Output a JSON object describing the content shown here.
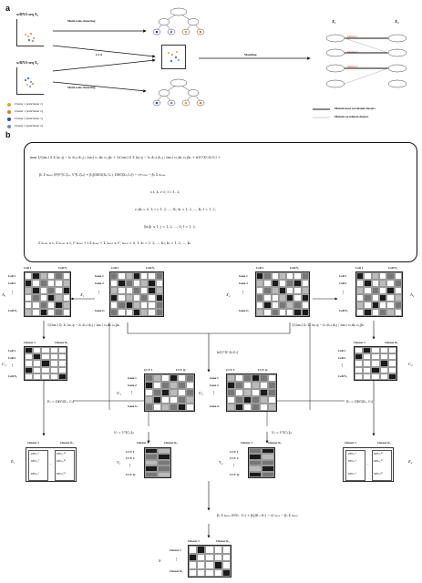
{
  "panel_a": {
    "label": "a",
    "scrna_x1": "scRNA-seq X₁",
    "scrna_x2": "scRNA-seq X₂",
    "multi_scale_top": "Mutil-scale clustering",
    "cca": "CCA",
    "multi_scale_bottom": "Mutil-scale clustering",
    "matching": "Matching",
    "x1_label": "X₁",
    "x2_label": "X₂",
    "marker1": "Marker1",
    "marker2": "Marker2",
    "marker3": "Marker3",
    "legend": [
      {
        "label": "Cluster 1 (subcluster 1)",
        "color": "#e0a72b"
      },
      {
        "label": "Cluster 1 (subcluster 2)",
        "color": "#e07b2b"
      },
      {
        "label": "Cluster 2 (subcluster 1)",
        "color": "#2b4fb0"
      },
      {
        "label": "Cluster 2 (subcluster 2)",
        "color": "#6f86c9"
      }
    ],
    "mutual_most": "Mutual most correlated clusters",
    "mutual": "Mutual correlated clusters"
  },
  "panel_b": {
    "label": "b",
    "objective_line1": "max  1/(2m₁) Σ Σ (a₁,ij − λ₁ d₁,i d₁,j / 2m₁) c₁,ik₁ c₁,jk₁ + 1/(2m₂) Σ Σ (a₂,ij − λ₂ d₂,i d₂,j / 2m₂) c₂,ik₂ c₂,jk₂ + tr(UᵀXᵀ₁X₂U₂) +",
    "objective_line2": "β₁ Σ sₖ₁ₖ₂ (P(Vᵀ[C₁]ₖ₁, Vᵀ[C₂]ₖ₂) + β₂J(DEG(X₁,C₁), DEG(X₂,C₂)) − ε)⁺ₖ₁ₖ₂ − β₃ Σ sₖ₁ₖ₂",
    "constraint1": "s.t.  λₗ > 0;  l = 1, 2;",
    "constraint2": "cₗ,ikₗ = 0, 1;  i = 1, 2, ..., Nₗ;  kₗ = 1, 2, ..., Kₗ;  l = 1, 2;",
    "constraint3": "‖uₗⱼ‖₂ ≤ 1;  j = 1, 2, ..., Q;  l = 1, 2;",
    "constraint4": "Σ sₖ₁ₖ₂ ≤ t;  Σ sₖ₁ₖ₂ ≤ t;  t² sₖ₁ₖ₂ + t Σ sₖ₁ₖ₂ + Σ sₖ₁ₖ₂ ≤ t²;  sₖ₁ₖ₂ = 0, 1;  k₁ = 1, 2, ..., K₁;  k₂ = 1, 2, ..., K₂",
    "a1": {
      "title_left": "Cell 1",
      "title_right": "Cell N₁",
      "rows": [
        "Cell 1",
        "Cell 2",
        "⋮",
        "Cell N₁"
      ],
      "name": "A₁"
    },
    "x1": {
      "title_left": "Cell 1",
      "title_right": "Cell N₁",
      "rows": [
        "Gene 1",
        "Gene 2",
        "⋮",
        "Gene G"
      ],
      "name": "X₁"
    },
    "x2": {
      "title_left": "Cell 1",
      "title_right": "Cell N₂",
      "rows": [
        "Gene 1",
        "Gene 2",
        "⋮",
        "Gene G"
      ],
      "name": "X₂"
    },
    "a2": {
      "title_left": "Cell 1",
      "title_right": "Cell N₂",
      "rows": [
        "Cell 1",
        "Cell 2",
        "⋮",
        "Cell N₂"
      ],
      "name": "A₂"
    },
    "mod1": "1/(2m₁) Σ₁ Σ₁ (a₁,ij − λ₁ d₁,i d₁,j / 2m₁) c₁,ik₁ c₁,jk₁",
    "mod2": "1/(2m₂) Σ₂ Σ₂ (a₂,ij − λ₂ d₂,i d₂,j / 2m₂) c₂,ik₂ c₂,jk₂",
    "trace": "tr(UᵀXᵀ₁X₂U₂)",
    "c1": {
      "title_left": "Cluster 1",
      "title_right": "Cluster K₁",
      "rows": [
        "Cell 1",
        "Cell 2",
        "⋮",
        "Cell N₁"
      ],
      "name": "C₁"
    },
    "c2": {
      "title_left": "Cluster 1",
      "title_right": "Cluster K₂",
      "rows": [
        "Cell 1",
        "Cell 2",
        "⋮",
        "Cell N₂"
      ],
      "name": "C₂"
    },
    "u1": {
      "title_left": "CCV 1",
      "title_right": "CCV Q",
      "rows": [
        "Gene 1",
        "Gene 2",
        "⋮",
        "Gene G"
      ],
      "name": "U₁"
    },
    "u2": {
      "title_left": "CCV 1",
      "title_right": "CCV Q",
      "rows": [
        "Gene 1",
        "Gene 2",
        "⋮",
        "Gene G"
      ],
      "name": "U₂"
    },
    "e1_eq": "E₁ = DEG(X₁, C₁)",
    "e2_eq": "E₂ = DEG(X₂, C₂)",
    "v1_eq": "V₁ = Uᵀ[C₁]ₖ₁",
    "v2_eq": "V₂ = Uᵀ[C₂]ₖ₂",
    "e1": {
      "title_left": "Cluster 1",
      "title_right": "Cluster K₁",
      "name": "E₁",
      "cells_left": [
        "DEG₁¹",
        "DEG₂¹",
        "DEGₑ¹"
      ],
      "cells_right": [
        "DEG₁ᴷ¹",
        "DEG₂ᴷ¹",
        "DEGₑᴷ¹"
      ]
    },
    "v1": {
      "title_left": "Cluster 1",
      "title_right": "Cluster K₁",
      "rows": [
        "CCV 1",
        "CCV 2",
        "⋮",
        "CCV Q"
      ],
      "name": "V₁"
    },
    "v2": {
      "title_left": "Cluster 1",
      "title_right": "Cluster K₂",
      "rows": [
        "CCV 1",
        "CCV 2",
        "⋮",
        "CCV Q"
      ],
      "name": "V₂"
    },
    "e2": {
      "title_left": "Cluster 1",
      "title_right": "Cluster K₂",
      "name": "E₂",
      "cells_left": [
        "DEG₁¹",
        "DEG₂¹",
        "DEGₑ¹"
      ],
      "cells_right": [
        "DEG₁ᴷ²",
        "DEG₂ᴷ²",
        "DEGₑᴷ²"
      ]
    },
    "final_eq": "β₁ Σ sₖ₁ₖ₂ (P(V₁, V₂) + β₂J(E₁, E₂) − ε)⁺ₖ₁ₖ₂ − β₃ Σ sₖ₁ₖ₂",
    "s": {
      "title_left": "Cluster 1",
      "title_right": "Cluster K₂",
      "rows": [
        "Cluster 1",
        "⋮",
        "Cluster K₁"
      ],
      "name": "S"
    },
    "dots": "..."
  }
}
